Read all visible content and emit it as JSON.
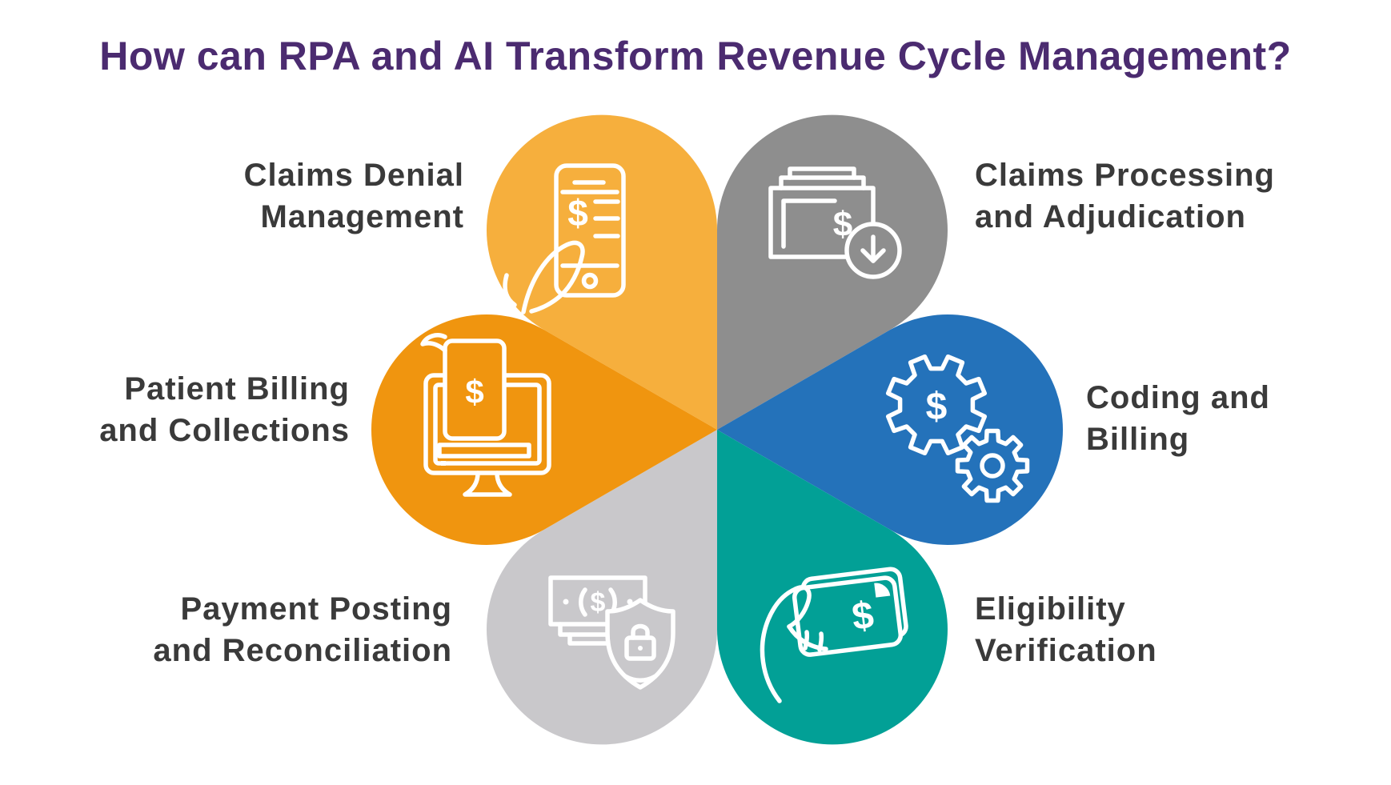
{
  "title": {
    "text": "How can RPA and AI Transform Revenue Cycle Management?"
  },
  "colors": {
    "title": "#4B2B70",
    "label_text": "#3A3A3A",
    "background": "#FFFFFF",
    "amber": "#F6AF3D",
    "gray": "#8E8E8E",
    "blue": "#2472BA",
    "teal": "#02A096",
    "light_gray": "#C9C8CB",
    "orange": "#F0950F"
  },
  "petals": [
    {
      "id": "claims-denial",
      "label_lines": [
        "Claims Denial",
        "Management"
      ],
      "color": "#F6AF3D",
      "icon": "hand-holding-phone-icon",
      "icon_glyph": "$"
    },
    {
      "id": "claims-processing",
      "label_lines": [
        "Claims Processing",
        "and Adjudication"
      ],
      "color": "#8E8E8E",
      "icon": "claims-stack-download-icon",
      "icon_glyph": "$"
    },
    {
      "id": "coding-billing",
      "label_lines": [
        "Coding and",
        "Billing"
      ],
      "color": "#2472BA",
      "icon": "gears-dollar-icon",
      "icon_glyph": "$"
    },
    {
      "id": "eligibility",
      "label_lines": [
        "Eligibility",
        "Verification"
      ],
      "color": "#02A096",
      "icon": "hand-holding-card-icon",
      "icon_glyph": "$"
    },
    {
      "id": "payment-posting",
      "label_lines": [
        "Payment Posting",
        "and Reconciliation"
      ],
      "color": "#C9C8CB",
      "icon": "banknote-shield-lock-icon",
      "icon_glyph": "$"
    },
    {
      "id": "patient-billing",
      "label_lines": [
        "Patient Billing",
        "and Collections"
      ],
      "color": "#F0950F",
      "icon": "monitor-receipt-icon",
      "icon_glyph": "$"
    }
  ]
}
